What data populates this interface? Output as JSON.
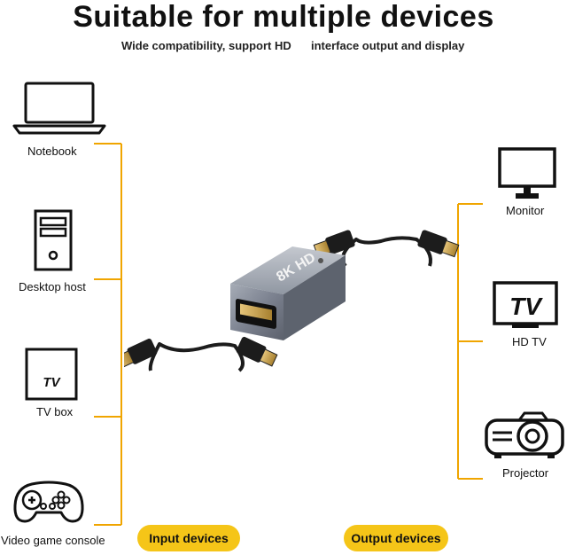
{
  "title": "Suitable for multiple devices",
  "subtitle_left": "Wide compatibility, support HD",
  "subtitle_right": "interface output and display",
  "input_devices": [
    {
      "label": "Notebook",
      "icon": "laptop-icon"
    },
    {
      "label": "Desktop host",
      "icon": "desktop-tower-icon"
    },
    {
      "label": "TV box",
      "icon": "tv-box-icon",
      "icon_text": "TV"
    },
    {
      "label": "Video game console",
      "icon": "gamepad-icon"
    }
  ],
  "output_devices": [
    {
      "label": "Monitor",
      "icon": "monitor-icon"
    },
    {
      "label": "HD TV",
      "icon": "tv-icon",
      "icon_text": "TV"
    },
    {
      "label": "Projector",
      "icon": "projector-icon"
    }
  ],
  "input_badge": "Input devices",
  "output_badge": "Output devices",
  "adapter_text": "8K HD",
  "colors": {
    "accent_line": "#f0a500",
    "badge": "#f5c518",
    "adapter_body": "#7c8290",
    "connector_gold": "#c9a14a"
  }
}
